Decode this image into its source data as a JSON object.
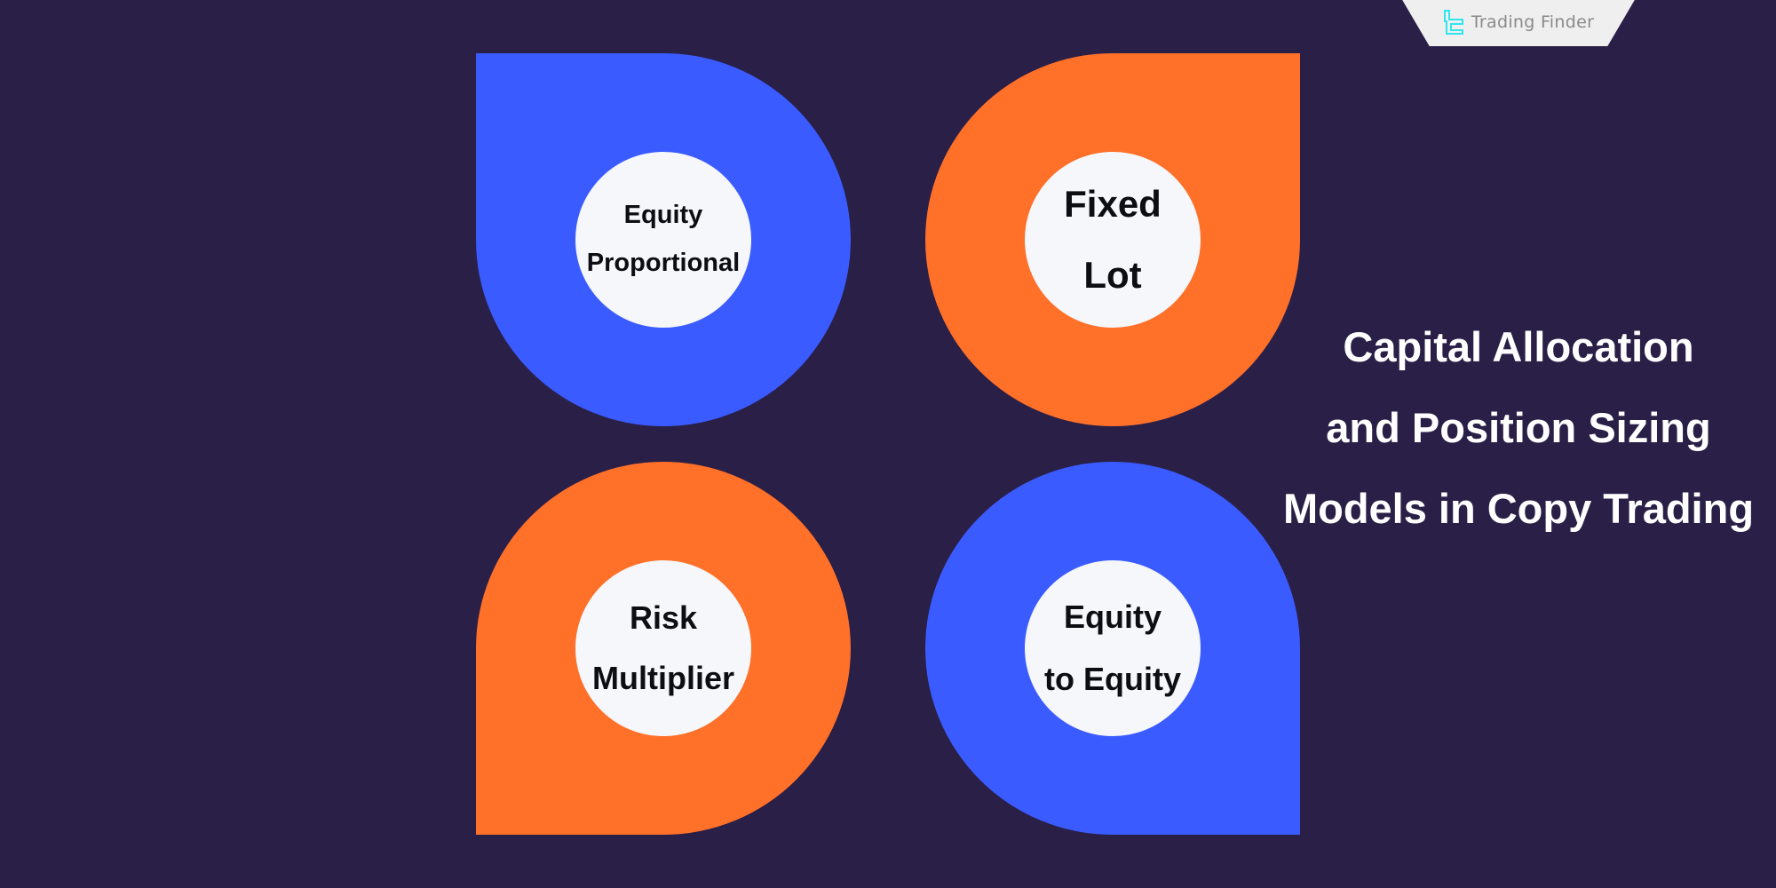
{
  "brand": {
    "name": "Trading Finder"
  },
  "colors": {
    "background": "#2a1f47",
    "blue": "#3a5bff",
    "orange": "#ff7029",
    "circle": "#f5f7fb"
  },
  "models": [
    {
      "line1": "Equity",
      "line2": "Proportional",
      "color": "#3a5bff"
    },
    {
      "line1": "Fixed",
      "line2": "Lot",
      "color": "#ff7029"
    },
    {
      "line1": "Risk",
      "line2": "Multiplier",
      "color": "#ff7029"
    },
    {
      "line1": "Equity",
      "line2": "to Equity",
      "color": "#3a5bff"
    }
  ],
  "title": {
    "line1": "Capital Allocation",
    "line2": "and Position Sizing",
    "line3": "Models in Copy Trading"
  }
}
